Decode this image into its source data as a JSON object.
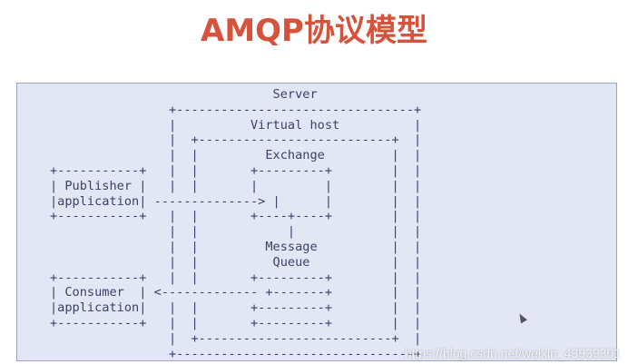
{
  "title": "AMQP协议模型",
  "diagram": {
    "lines": [
      "                              Server",
      "                +--------------------------------+",
      "                |          Virtual host          |",
      "                |  +--------------------------+  |",
      "                |  |         Exchange         |  |",
      "+-----------+   |  |       +---------+        |  |",
      "| Publisher |   |  |       |         |        |  |",
      "|application| --------------> |      |        |  |",
      "+-----------+   |  |       +----+----+        |  |",
      "                |  |            |             |  |",
      "                |  |         Message          |  |",
      "                |  |          Queue           |  |",
      "+-----------+   |  |       +---------+        |  |",
      "| Consumer  | <------------- +-------+        |  |",
      "|application|   |  |       +---------+        |  |",
      "+-----------+   |  |       +---------+        |  |",
      "                |  +--------------------------+  |",
      "                +--------------------------------+"
    ]
  },
  "watermark": "https://blog.csdn.net/weixin_43939301"
}
